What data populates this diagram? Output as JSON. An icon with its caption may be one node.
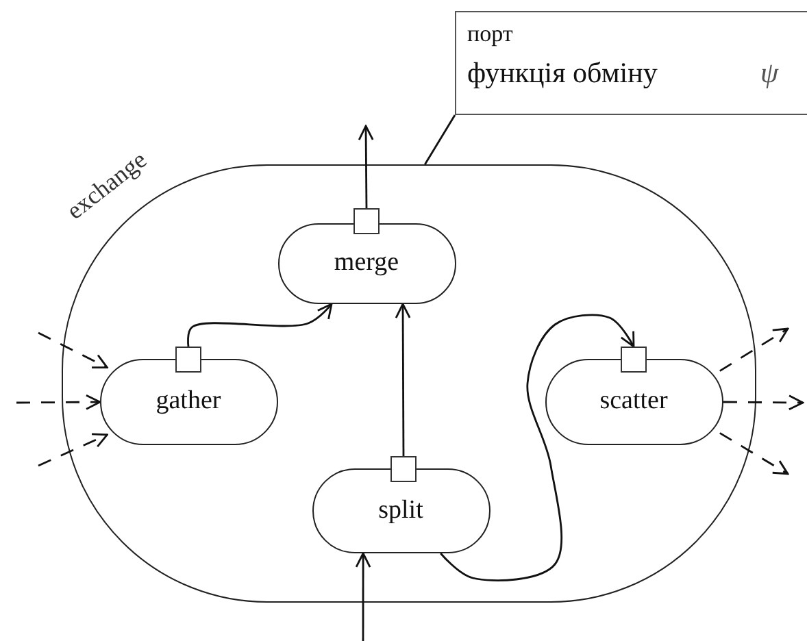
{
  "diagram": {
    "nodes": [
      {
        "text": [
          "exchange"
        ]
      },
      {
        "text": [
          "merge"
        ],
        "in": 0
      },
      {
        "text": [
          "gather"
        ],
        "in": 0
      },
      {
        "text": [
          "scatter"
        ],
        "in": 0
      },
      {
        "text": [
          "split"
        ],
        "in": 0
      },
      {
        "text": [
          "порт",
          "функція обміну",
          "ψ"
        ]
      },
      {
        "text": [],
        "shape": "box",
        "in": 0
      },
      {
        "text": [],
        "shape": "box",
        "in": 0
      },
      {
        "text": [],
        "shape": "box",
        "in": 0
      },
      {
        "text": [],
        "shape": "box",
        "in": 0
      }
    ],
    "edges": [
      {
        "from": 6,
        "to": null,
        "arrow": "to"
      },
      {
        "from": 7,
        "to": 1,
        "arrow": "to"
      },
      {
        "from": 9,
        "to": 1,
        "arrow": "to"
      },
      {
        "from": 4,
        "to": 8,
        "arrow": "to"
      },
      {
        "from": null,
        "to": 4,
        "arrow": "to"
      },
      {
        "from": null,
        "to": 2,
        "arrow": "to",
        "style": "dashed"
      },
      {
        "from": null,
        "to": 2,
        "arrow": "to",
        "style": "dashed"
      },
      {
        "from": null,
        "to": 2,
        "arrow": "to",
        "style": "dashed"
      },
      {
        "from": 3,
        "to": null,
        "arrow": "to",
        "style": "dashed"
      },
      {
        "from": 3,
        "to": null,
        "arrow": "to",
        "style": "dashed"
      },
      {
        "from": 3,
        "to": null,
        "arrow": "to",
        "style": "dashed"
      },
      {
        "from": 5,
        "to": 0,
        "arrow": "none"
      }
    ]
  }
}
